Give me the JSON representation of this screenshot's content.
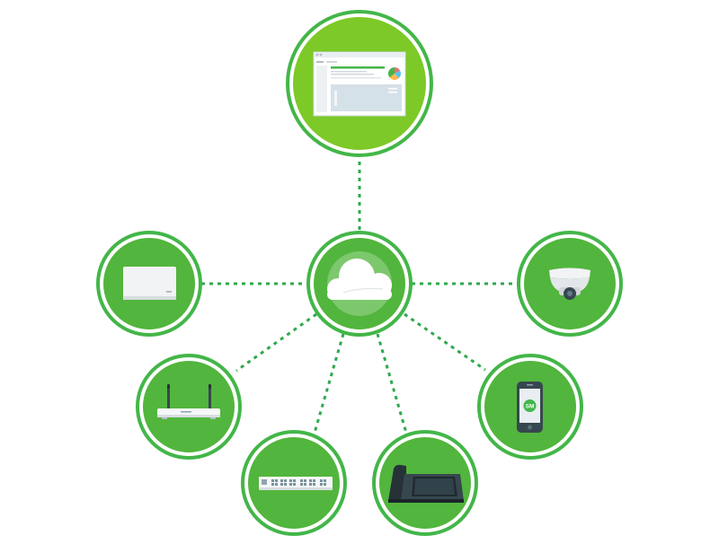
{
  "colors": {
    "ring": "#43b649",
    "node_fill": "#52b53d",
    "dashboard_fill": "#7dc927",
    "connector": "#2fa84f"
  },
  "diagram": {
    "hub": {
      "name": "cloud-hub",
      "icon": "cloud-icon"
    },
    "nodes": [
      {
        "name": "dashboard-node",
        "icon": "dashboard-screen-icon"
      },
      {
        "name": "access-point-node",
        "icon": "wireless-access-point-icon"
      },
      {
        "name": "security-camera-node",
        "icon": "dome-camera-icon"
      },
      {
        "name": "router-node",
        "icon": "wireless-router-icon"
      },
      {
        "name": "switch-node",
        "icon": "network-switch-icon"
      },
      {
        "name": "desk-phone-node",
        "icon": "desk-phone-icon"
      },
      {
        "name": "mobile-device-node",
        "icon": "smartphone-icon"
      }
    ],
    "phone_badge": "SM"
  }
}
